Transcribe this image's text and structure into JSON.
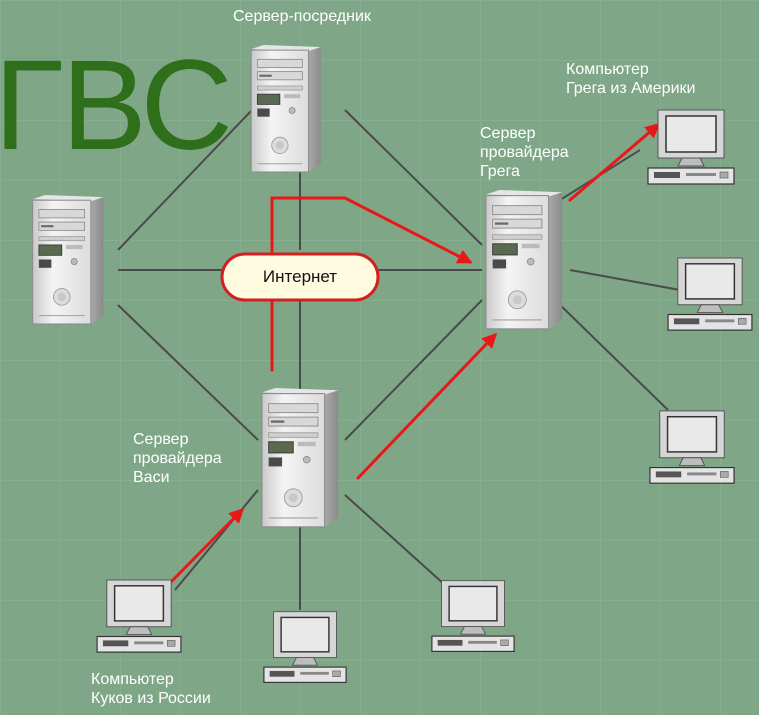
{
  "title": "ГВС",
  "internet_label": "Интернет",
  "labels": {
    "proxy_server": "Сервер-посредник",
    "greg_provider": [
      "Сервер",
      "провайдера",
      "Грега"
    ],
    "vasya_provider": [
      "Сервер",
      "провайдера",
      "Васи"
    ],
    "greg_computer": [
      "Компьютер",
      "Грега из Америки"
    ],
    "kukov_computer": [
      "Компьютер",
      "Куков из России"
    ]
  },
  "colors": {
    "background": "#7fa787",
    "title": "#2f6e1a",
    "connection_line": "#4a4a4a",
    "route_arrow": "#e81818",
    "cloud_fill": "#fffbe0",
    "cloud_border": "#d22020"
  },
  "icons": {
    "server": "server-tower-icon",
    "computer": "desktop-computer-icon"
  }
}
